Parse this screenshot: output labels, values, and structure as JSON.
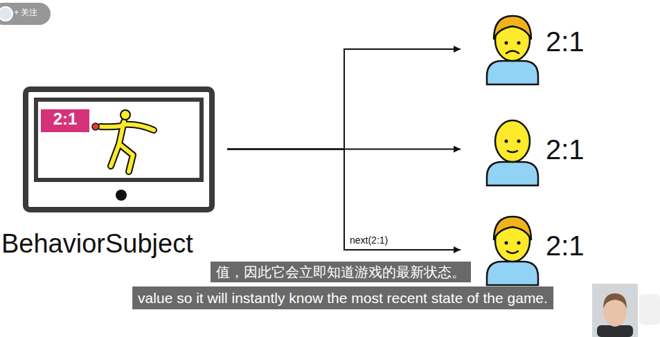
{
  "diagram": {
    "nodes": [
      {
        "text": [
          "2:1",
          "BehaviorSubject"
        ]
      },
      {
        "text": [
          "2:1"
        ]
      },
      {
        "text": [
          "2:1"
        ]
      },
      {
        "text": [
          "2:1"
        ]
      }
    ],
    "edges": [
      {
        "from": 0,
        "to": 1,
        "arrow": "to"
      },
      {
        "from": 0,
        "to": 2,
        "arrow": "to"
      },
      {
        "from": 0,
        "to": 3,
        "label": "next(2:1)",
        "arrow": "to"
      }
    ],
    "labels": [
      "+ 关注",
      "值，因此它会立即知道游戏的最新状态。",
      "value so it will instantly know the most recent state of the game."
    ]
  }
}
